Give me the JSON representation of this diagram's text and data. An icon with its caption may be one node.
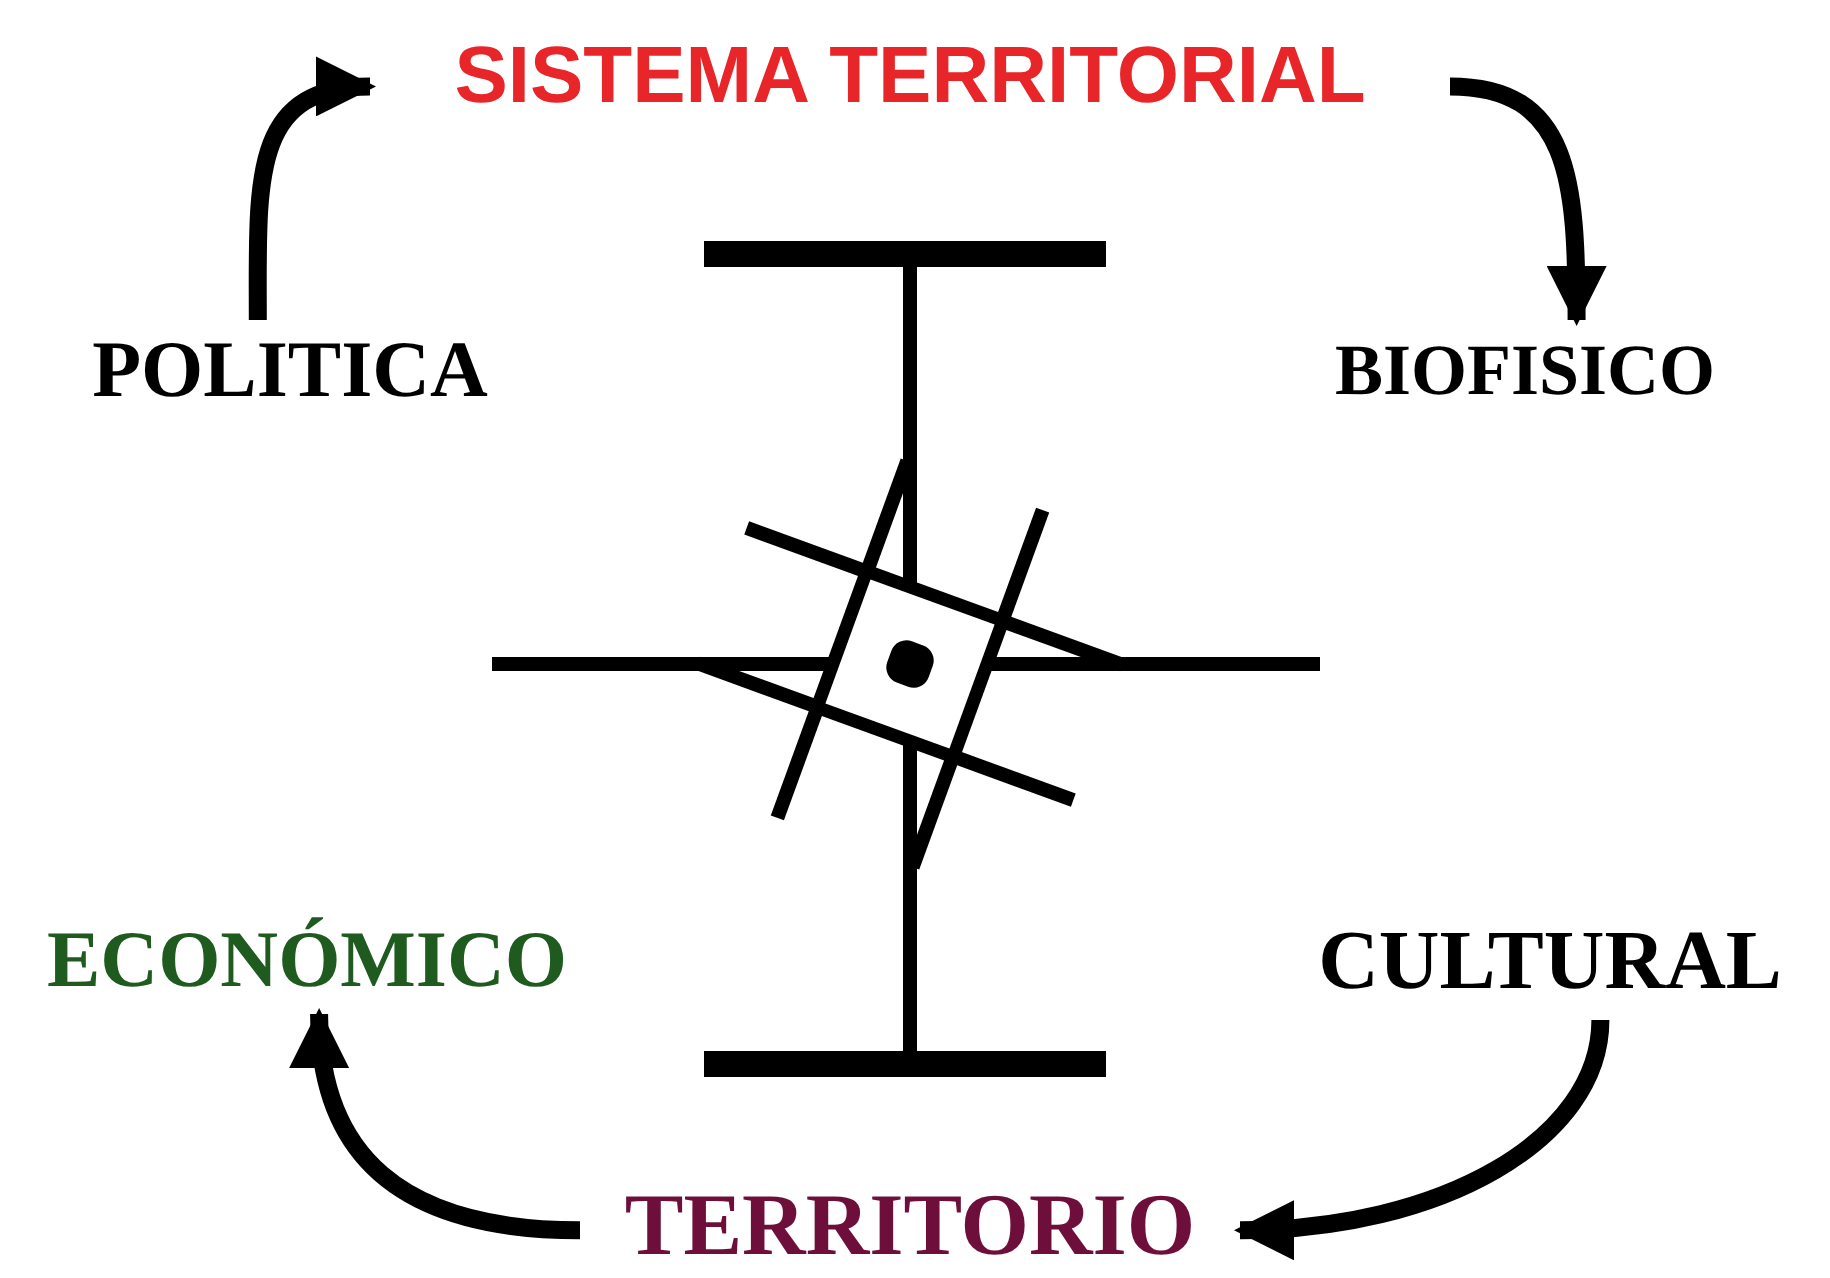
{
  "diagram": {
    "nodes": [
      {
        "text": [
          "SISTEMA TERRITORIAL"
        ]
      },
      {
        "text": [
          "BIOFISICO"
        ]
      },
      {
        "text": [
          "CULTURAL"
        ]
      },
      {
        "text": [
          "TERRITORIO"
        ]
      },
      {
        "text": [
          "ECONÓMICO"
        ]
      },
      {
        "text": [
          "POLITICA"
        ]
      }
    ],
    "edges": [
      {
        "from": 5,
        "to": 0,
        "arrow": "to"
      },
      {
        "from": 0,
        "to": 1,
        "arrow": "to"
      },
      {
        "from": 2,
        "to": 3,
        "arrow": "to"
      },
      {
        "from": 3,
        "to": 4,
        "arrow": "to"
      }
    ]
  }
}
